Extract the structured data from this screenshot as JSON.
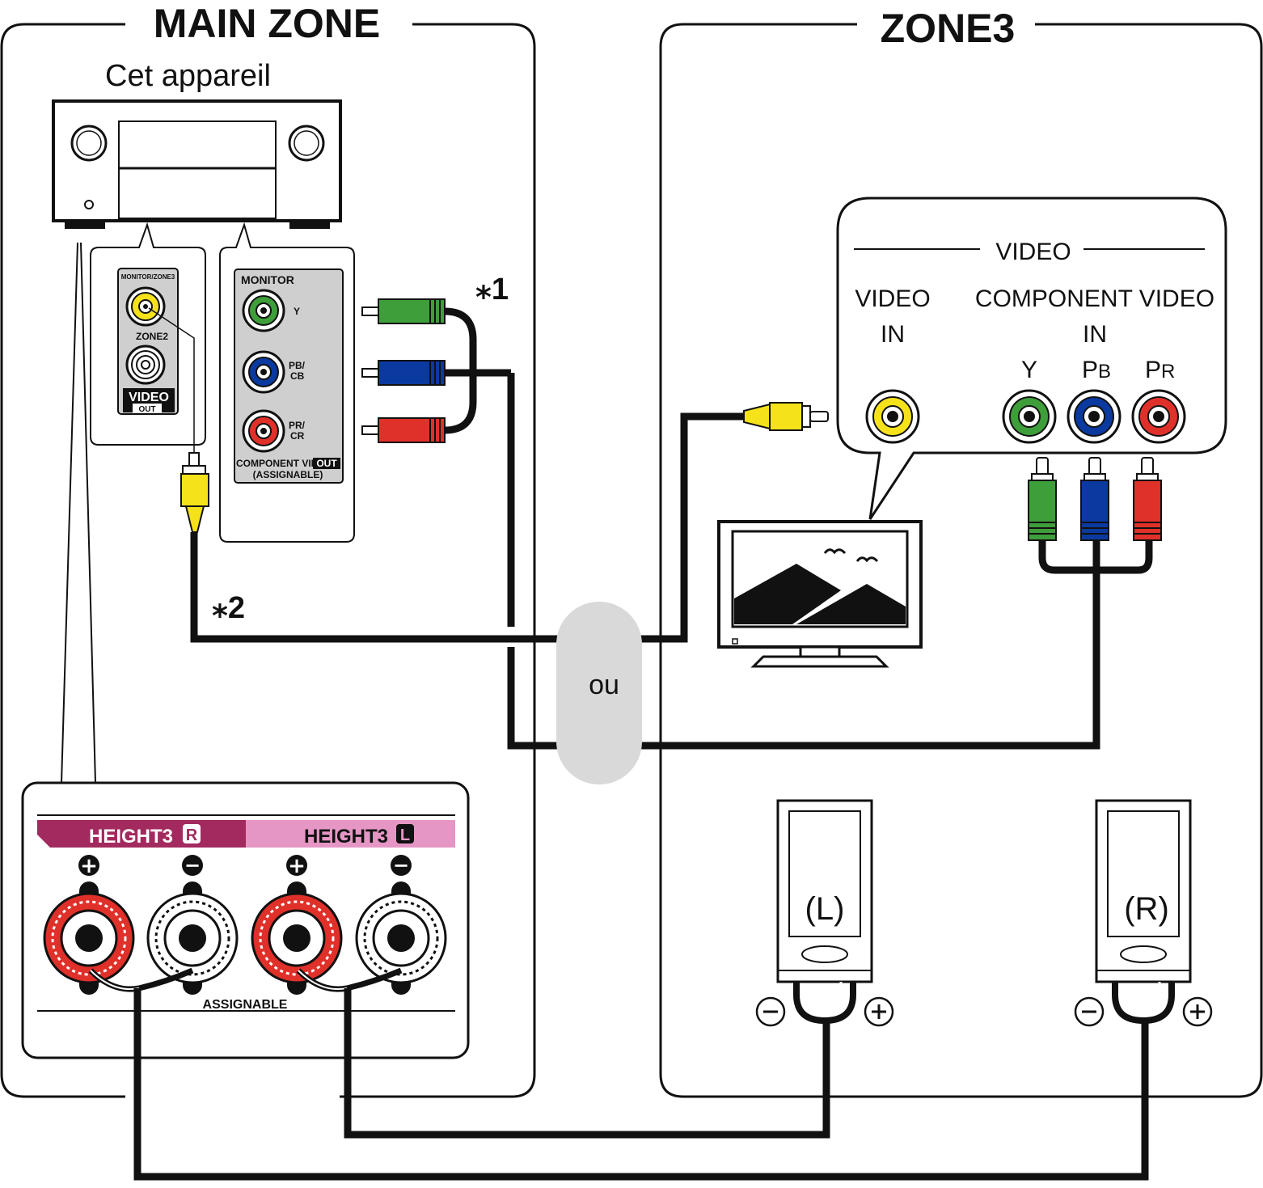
{
  "zones": {
    "main": {
      "title": "MAIN ZONE",
      "device_label": "Cet appareil"
    },
    "zone3": {
      "title": "ZONE3"
    }
  },
  "rear_panel": {
    "video_out": {
      "monitor_zone3": "MONITOR/ZONE3",
      "zone2": "ZONE2",
      "video": "VIDEO",
      "out": "OUT"
    },
    "component_out": {
      "monitor": "MONITOR",
      "y": "Y",
      "pb": "PB/",
      "cb": "CB",
      "pr": "PR/",
      "cr": "CR",
      "component_video": "COMPONENT VIDEO",
      "out": "OUT",
      "assignable": "(ASSIGNABLE)"
    }
  },
  "notes": {
    "note1": "⁎1",
    "note2": "⁎2"
  },
  "connector_colors": {
    "composite": "#f5e21a",
    "y": "#3e9e3a",
    "pb": "#0a3aa0",
    "pr": "#e0302a",
    "or_bubble": "#d9d9d9",
    "height3_r": "#a32a5e",
    "height3_l": "#e596c4"
  },
  "tv_inputs": {
    "video_header": "VIDEO",
    "video_in": "VIDEO",
    "video_in_2": "IN",
    "component_video_in": "COMPONENT VIDEO",
    "component_video_in_2": "IN",
    "y": "Y",
    "pb_main": "P",
    "pb_sub": "B",
    "pr_main": "P",
    "pr_sub": "R"
  },
  "or_label": "ou",
  "speaker_terminals": {
    "height3_r": "HEIGHT3",
    "height3_r_badge": "R",
    "height3_l": "HEIGHT3",
    "height3_l_badge": "L",
    "assignable": "ASSIGNABLE",
    "plus": "+",
    "minus": "−"
  },
  "speakers": {
    "left": "(L)",
    "right": "(R)"
  },
  "icons": [
    "tv-icon",
    "speaker-icon",
    "rca-plug-icon",
    "av-receiver-icon"
  ]
}
